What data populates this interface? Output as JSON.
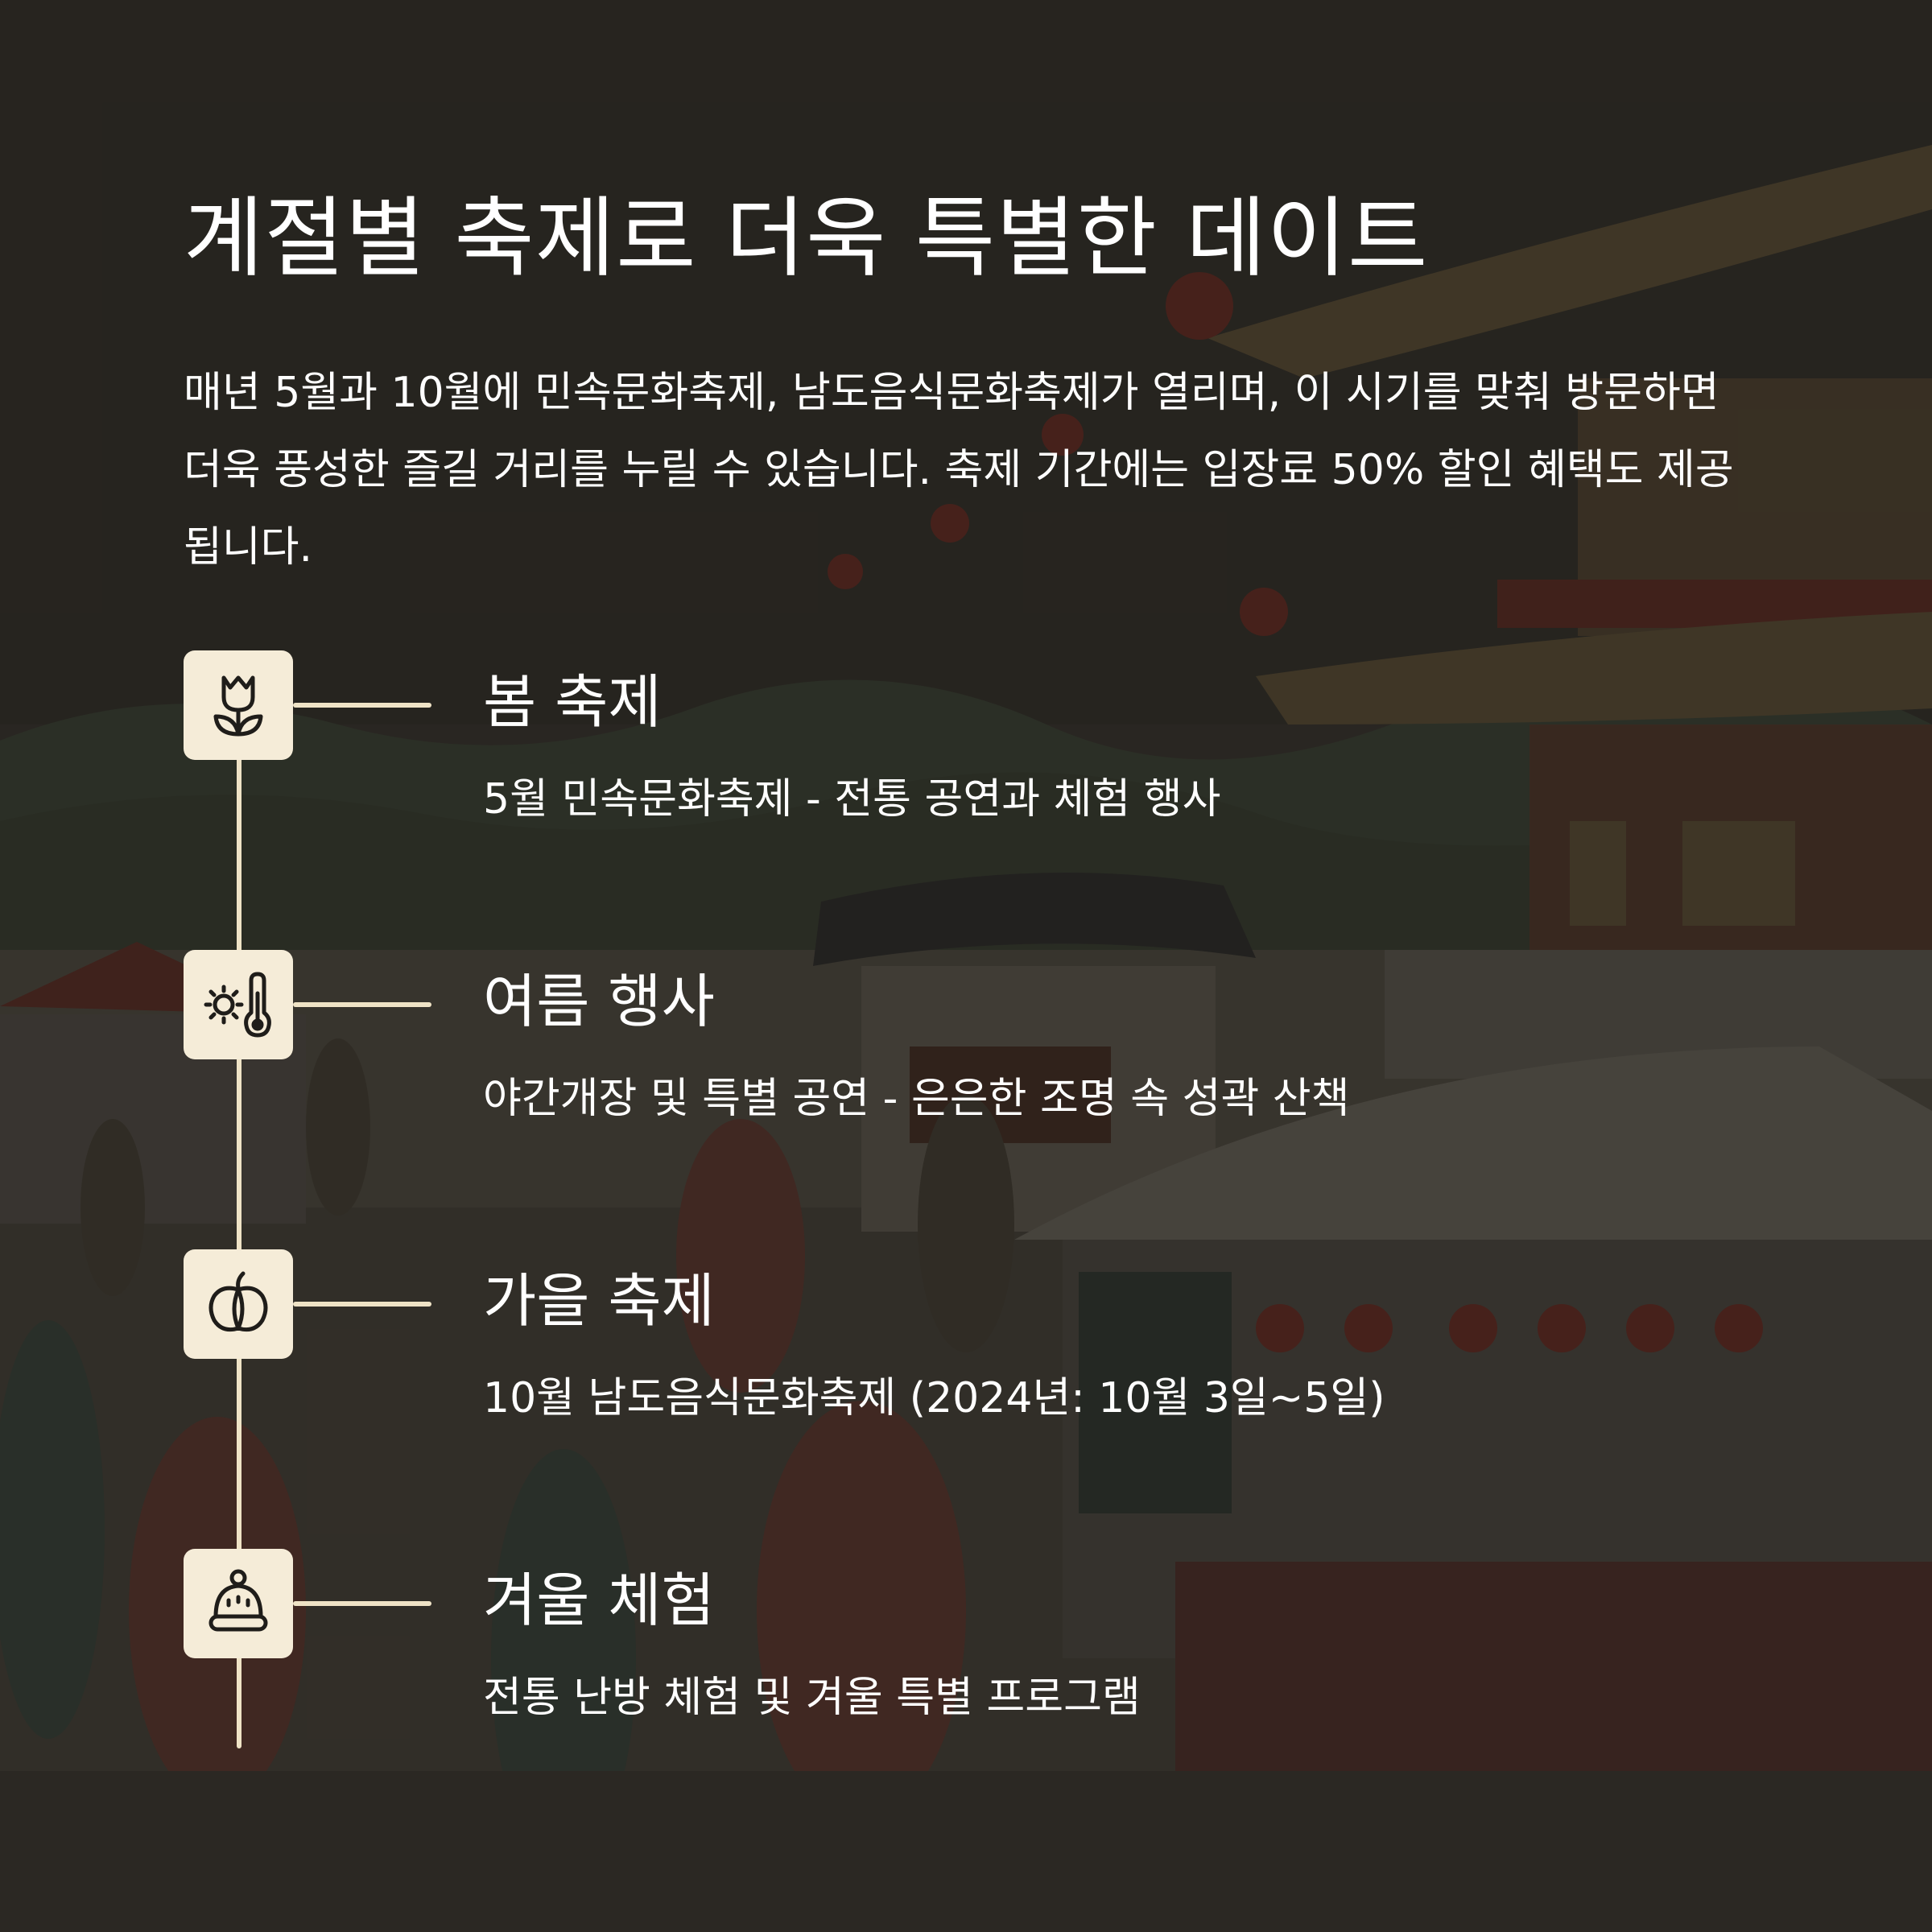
{
  "title": "계절별 축제로 더욱 특별한 데이트",
  "intro": "매년 5월과 10월에 민속문화축제, 남도음식문화축제가 열리며, 이 시기를 맞춰 방문하면 더욱 풍성한 즐길 거리를 누릴 수 있습니다. 축제 기간에는 입장료 50% 할인 혜택도 제공됩니다.",
  "colors": {
    "background": "#2b2925",
    "accent": "#efe3c6",
    "icon_box": "#f5ecd8",
    "text": "#ffffff"
  },
  "events": [
    {
      "icon": "tulip-icon",
      "title": "봄 축제",
      "description": "5월 민속문화축제 - 전통 공연과 체험 행사"
    },
    {
      "icon": "sun-thermometer-icon",
      "title": "여름 행사",
      "description": "야간개장 및 특별 공연 - 은은한 조명 속 성곽 산책"
    },
    {
      "icon": "pumpkin-icon",
      "title": "가을 축제",
      "description": "10월 남도음식문화축제 (2024년: 10월 3일~5일)"
    },
    {
      "icon": "winter-hat-icon",
      "title": "겨울 체험",
      "description": "전통 난방 체험 및 겨울 특별 프로그램"
    }
  ]
}
